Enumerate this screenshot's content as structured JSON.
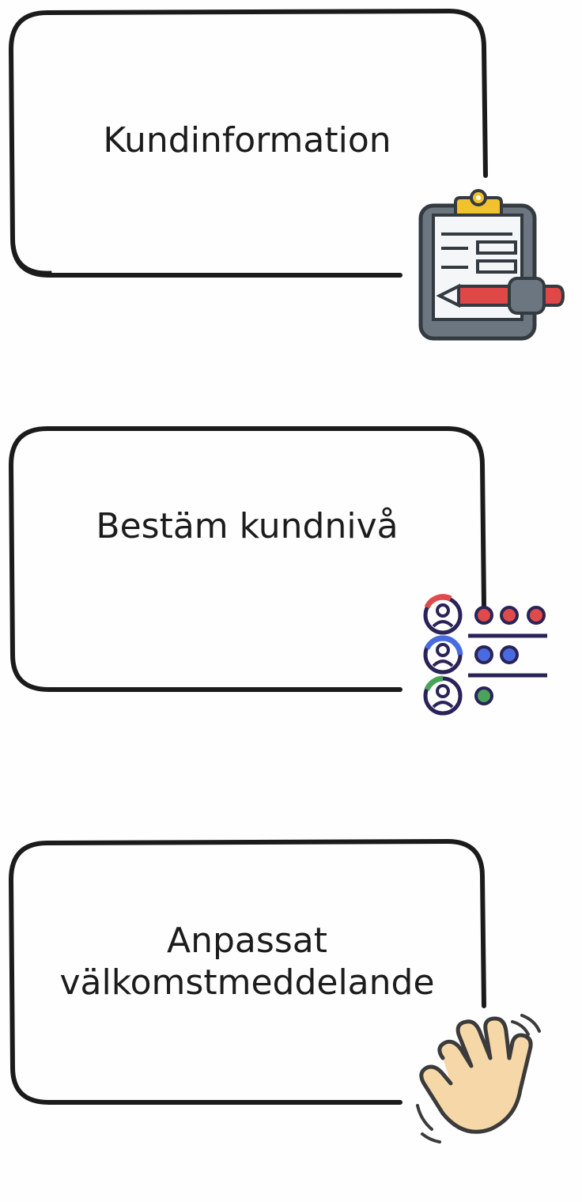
{
  "steps": [
    {
      "label": "Kundinformation",
      "icon": "clipboard-pen-icon"
    },
    {
      "label": "Bestäm kundnivå",
      "icon": "customer-tier-list-icon"
    },
    {
      "label": "Anpassat välkomstmeddelande",
      "icon": "waving-hand-icon"
    }
  ],
  "colors": {
    "stroke": "#1b1b1b",
    "clipboard": "#6b7680",
    "clip": "#f2c12e",
    "pen_red": "#e04848",
    "tier_red": "#e04a4a",
    "tier_blue": "#4a6be0",
    "tier_green": "#4aa35a",
    "tier_outline": "#2a2358",
    "hand": "#f6d8a8"
  }
}
